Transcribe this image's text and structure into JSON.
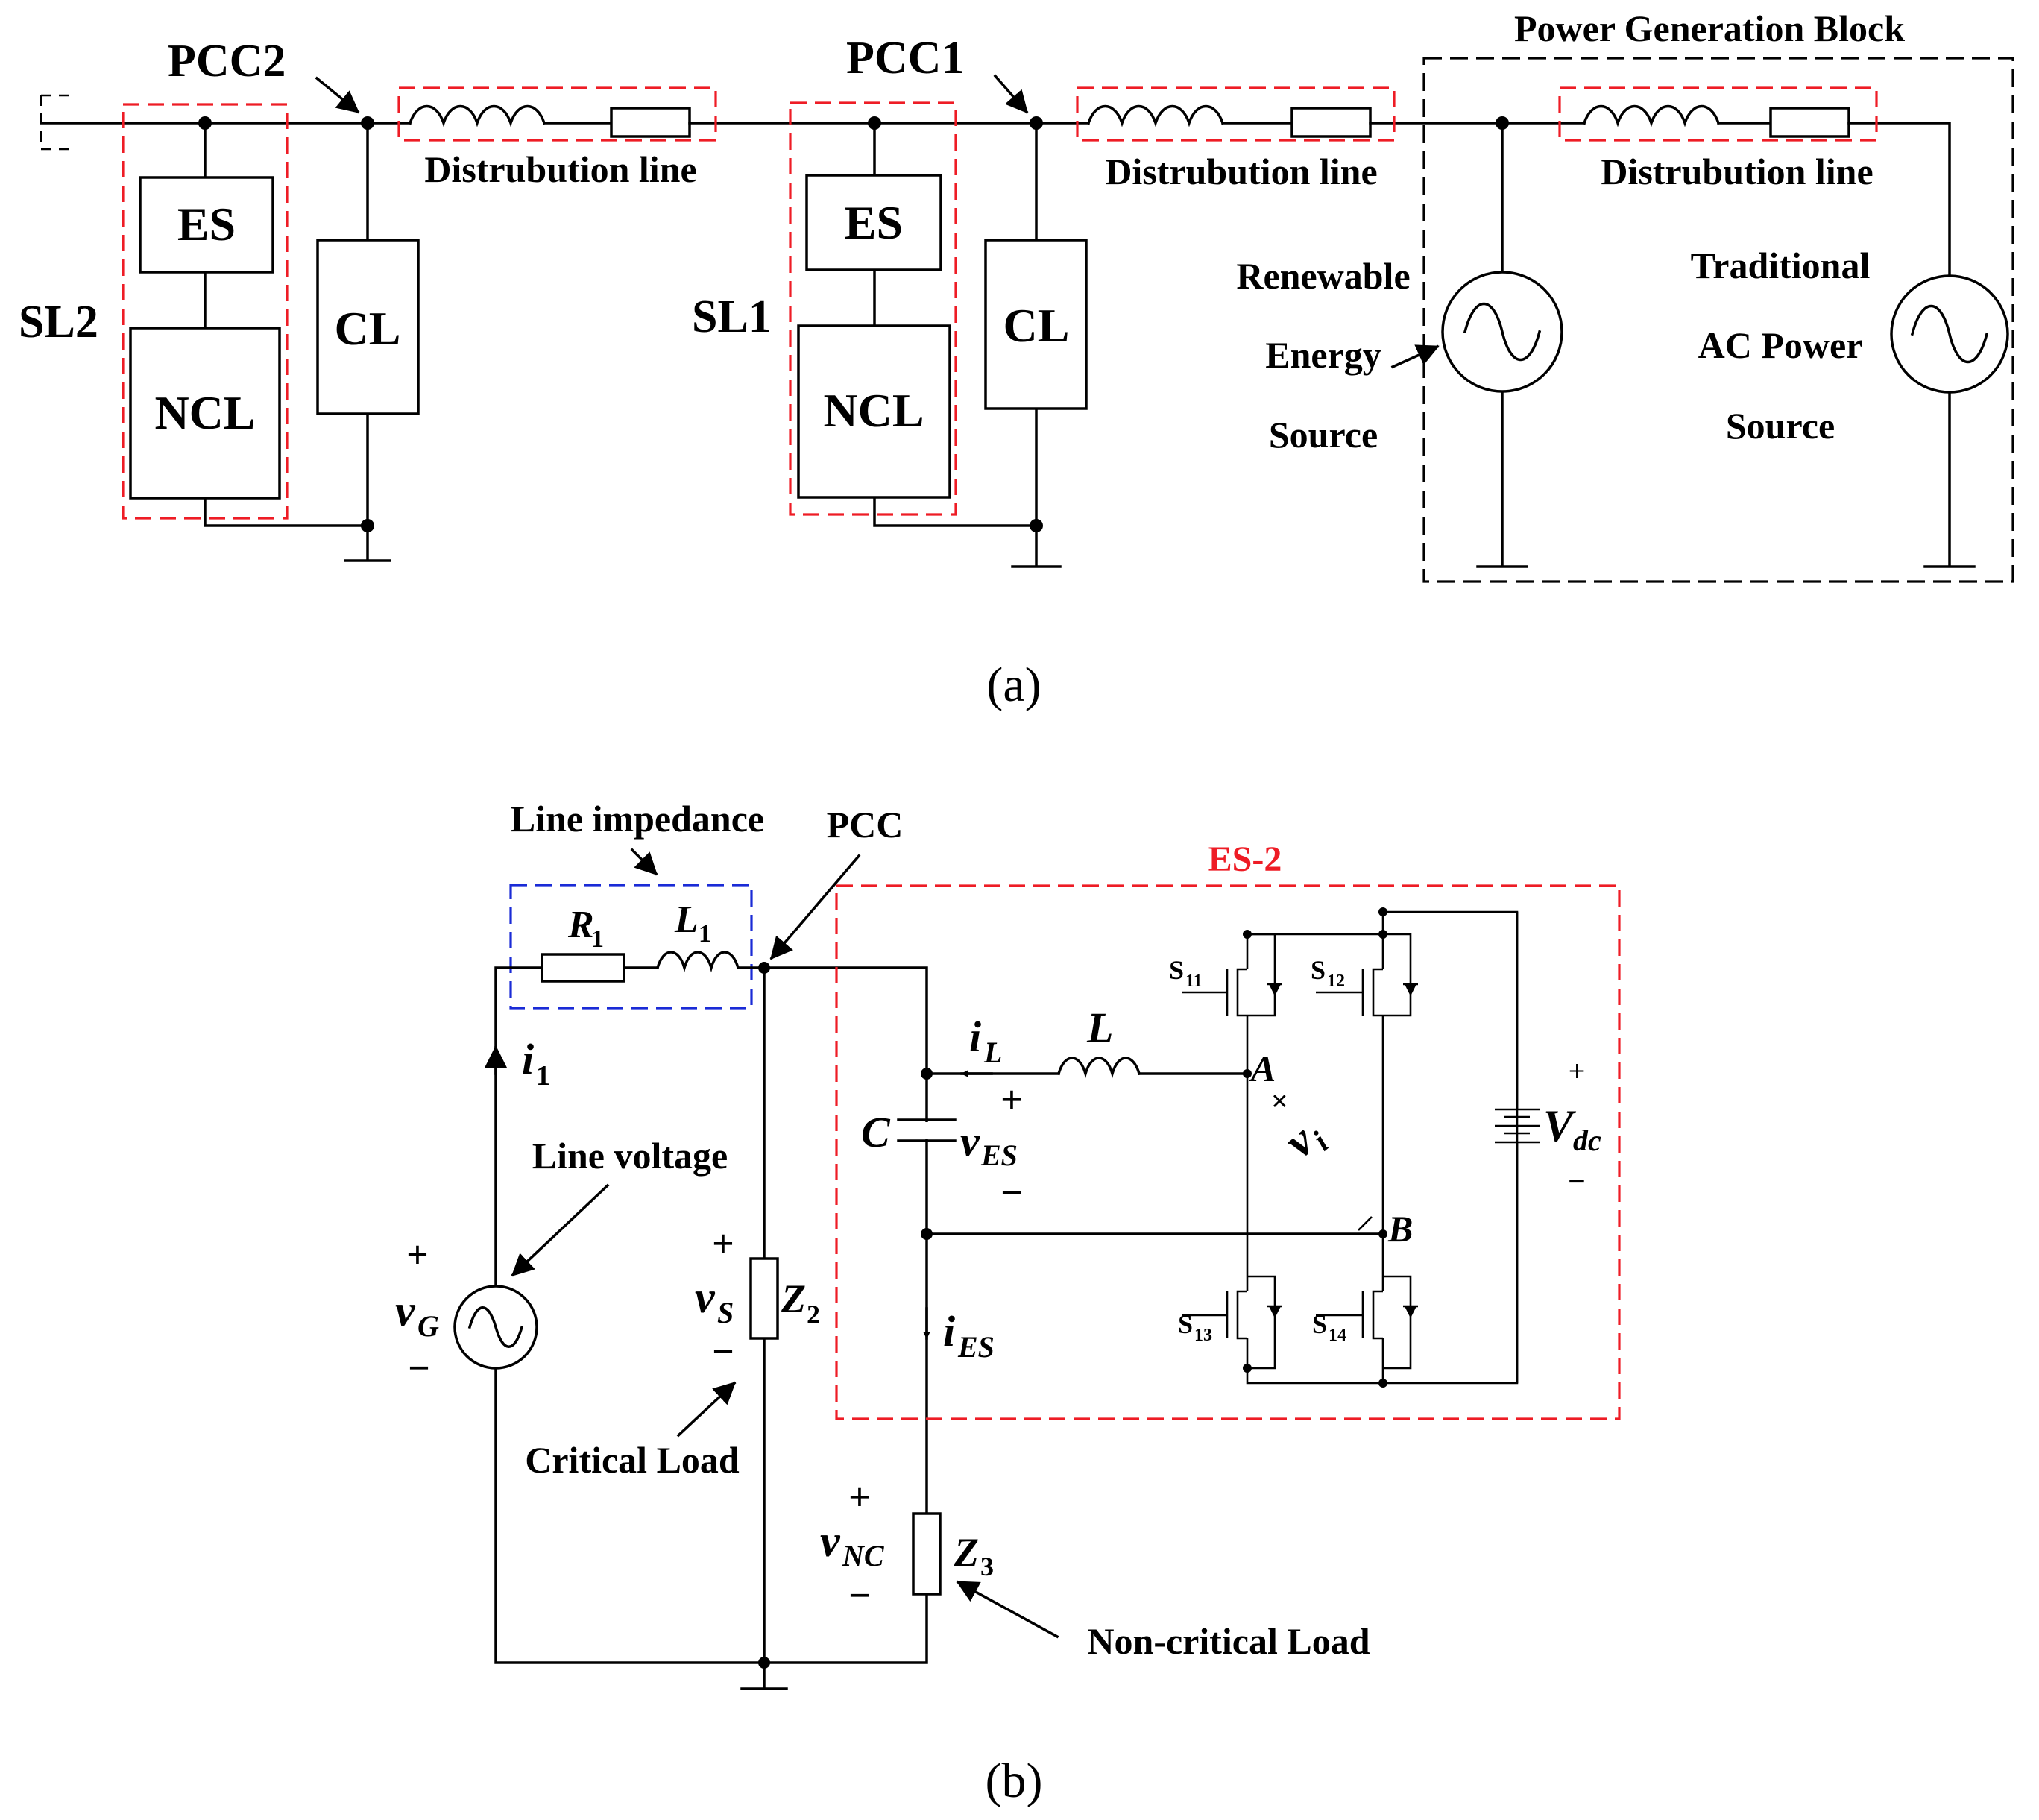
{
  "diagram_a": {
    "caption": "(a)",
    "pcc2": "PCC2",
    "pcc1": "PCC1",
    "power_generation_block": "Power Generation Block",
    "distribution_line": "Distrubution line",
    "sl2": "SL2",
    "sl1": "SL1",
    "es": "ES",
    "ncl": "NCL",
    "cl": "CL",
    "renewable_line1": "Renewable",
    "renewable_line2": "Energy",
    "renewable_line3": "Source",
    "traditional_line1": "Traditional",
    "traditional_line2": "AC Power",
    "traditional_line3": "Source"
  },
  "diagram_b": {
    "caption": "(b)",
    "line_impedance": "Line impedance",
    "pcc": "PCC",
    "es2": "ES-2",
    "line_voltage": "Line voltage",
    "critical_load": "Critical Load",
    "non_critical_load": "Non-critical Load",
    "r1": "R",
    "r1_sub": "1",
    "l1": "L",
    "l1_sub": "1",
    "i1": "i",
    "i1_sub": "1",
    "iL": "i",
    "iL_sub": "L",
    "L": "L",
    "C": "C",
    "vES": "v",
    "vES_sub": "ES",
    "vG": "v",
    "vG_sub": "G",
    "vS": "v",
    "vS_sub": "S",
    "z2": "Z",
    "z2_sub": "2",
    "iES": "i",
    "iES_sub": "ES",
    "vNC": "v",
    "vNC_sub": "NC",
    "z3": "Z",
    "z3_sub": "3",
    "node_a": "A",
    "node_b": "B",
    "vi": "v",
    "vi_sub": "i",
    "vdc": "V",
    "vdc_sub": "dc",
    "s11": "S",
    "s11_sub": "11",
    "s12": "S",
    "s12_sub": "12",
    "s13": "S",
    "s13_sub": "13",
    "s14": "S",
    "s14_sub": "14",
    "plus": "+",
    "minus": "−"
  },
  "colors": {
    "wire": "#000000",
    "highlight_red": "#ee1c25",
    "line_impedance_blue": "#1a2bd6",
    "power_block_black": "#000000"
  }
}
